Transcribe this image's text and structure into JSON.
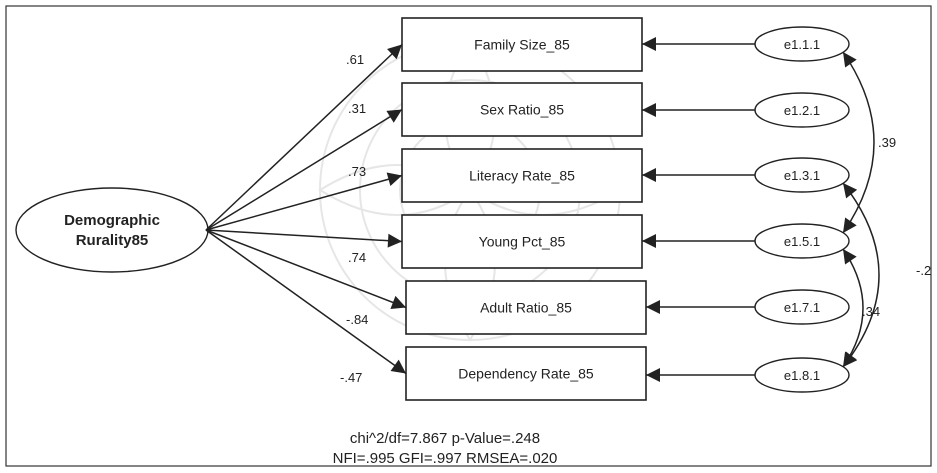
{
  "latent": {
    "label_line1": "Demographic",
    "label_line2": "Rurality85"
  },
  "indicators": [
    {
      "label": "Family Size_85",
      "loading": ".61",
      "error": "e1.1.1"
    },
    {
      "label": "Sex Ratio_85",
      "loading": ".31",
      "error": "e1.2.1"
    },
    {
      "label": "Literacy Rate_85",
      "loading": ".73",
      "error": "e1.3.1"
    },
    {
      "label": "Young Pct_85",
      "loading": ".74",
      "error": "e1.5.1"
    },
    {
      "label": "Adult Ratio_85",
      "loading": "-.84",
      "error": "e1.7.1"
    },
    {
      "label": "Dependency Rate_85",
      "loading": "-.47",
      "error": "e1.8.1"
    }
  ],
  "covariances": [
    {
      "from": "e1.1.1",
      "to": "e1.5.1",
      "value": ".39"
    },
    {
      "from": "e1.5.1",
      "to": "e1.8.1",
      "value": ".34"
    },
    {
      "from": "e1.3.1",
      "to": "e1.8.1",
      "value": "-.2"
    }
  ],
  "fit": {
    "line1": "chi^2/df=7.867   p-Value=.248",
    "line2": "NFI=.995   GFI=.997   RMSEA=.020"
  },
  "colors": {
    "stroke": "#222222",
    "background": "#ffffff"
  }
}
